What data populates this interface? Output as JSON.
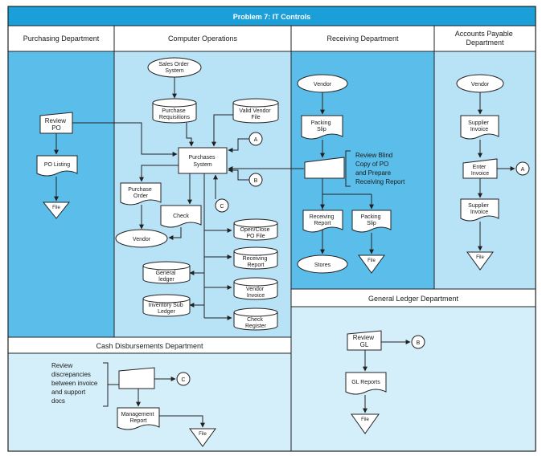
{
  "title": "Problem 7: IT Controls",
  "departments": {
    "purchasing": "Purchasing Department",
    "computer_ops": "Computer Operations",
    "receiving": "Receiving Department",
    "ap": [
      "Accounts Payable",
      "Department"
    ],
    "cash": "Cash Disbursements Department",
    "gl": "General Ledger Department"
  },
  "nodes": {
    "review_po": [
      "Review",
      "PO"
    ],
    "po_listing": "PO Listing",
    "file": "File",
    "sales_order_system": [
      "Sales Order",
      "System"
    ],
    "purchase_requisitions": [
      "Purchase",
      "Requisitions"
    ],
    "valid_vendor_file": [
      "Valid Vendor",
      "File"
    ],
    "purchases_system": [
      "Purchases",
      "System"
    ],
    "purchase_order": [
      "Purchase",
      "Order"
    ],
    "check": "Check",
    "vendor": "Vendor",
    "open_close_po_file": [
      "Open/Close",
      "PO File"
    ],
    "receiving_report": [
      "Receiving",
      "Report"
    ],
    "vendor_invoice": [
      "Vendor",
      "Invoice"
    ],
    "check_register": [
      "Check",
      "Register"
    ],
    "general_ledger": [
      "General",
      "ledger"
    ],
    "inventory_sub_ledger": [
      "Inventory Sub",
      "Ledger"
    ],
    "packing_slip": [
      "Packing",
      "Slip"
    ],
    "review_blind_copy": [
      "Review Blind",
      "Copy of PO",
      "and Prepare",
      "Receiving Report"
    ],
    "stores": "Stores",
    "supplier_invoice": [
      "Supplier",
      "Invoice"
    ],
    "enter_invoice": [
      "Enter",
      "Invoice"
    ],
    "review_discrepancies": [
      "Review",
      "discrepancies",
      "between invoice",
      "and support",
      "docs"
    ],
    "management_report": [
      "Management",
      "Report"
    ],
    "review_gl": [
      "Review",
      "GL"
    ],
    "gl_reports": "GL Reports"
  },
  "connectors": {
    "a": "A",
    "b": "B",
    "c": "C"
  },
  "colors": {
    "header_bar": "#1a9fd8",
    "lane_dark": "#5bbde9",
    "lane_light": "#b8e2f6",
    "lane_pale": "#d4eefa"
  }
}
